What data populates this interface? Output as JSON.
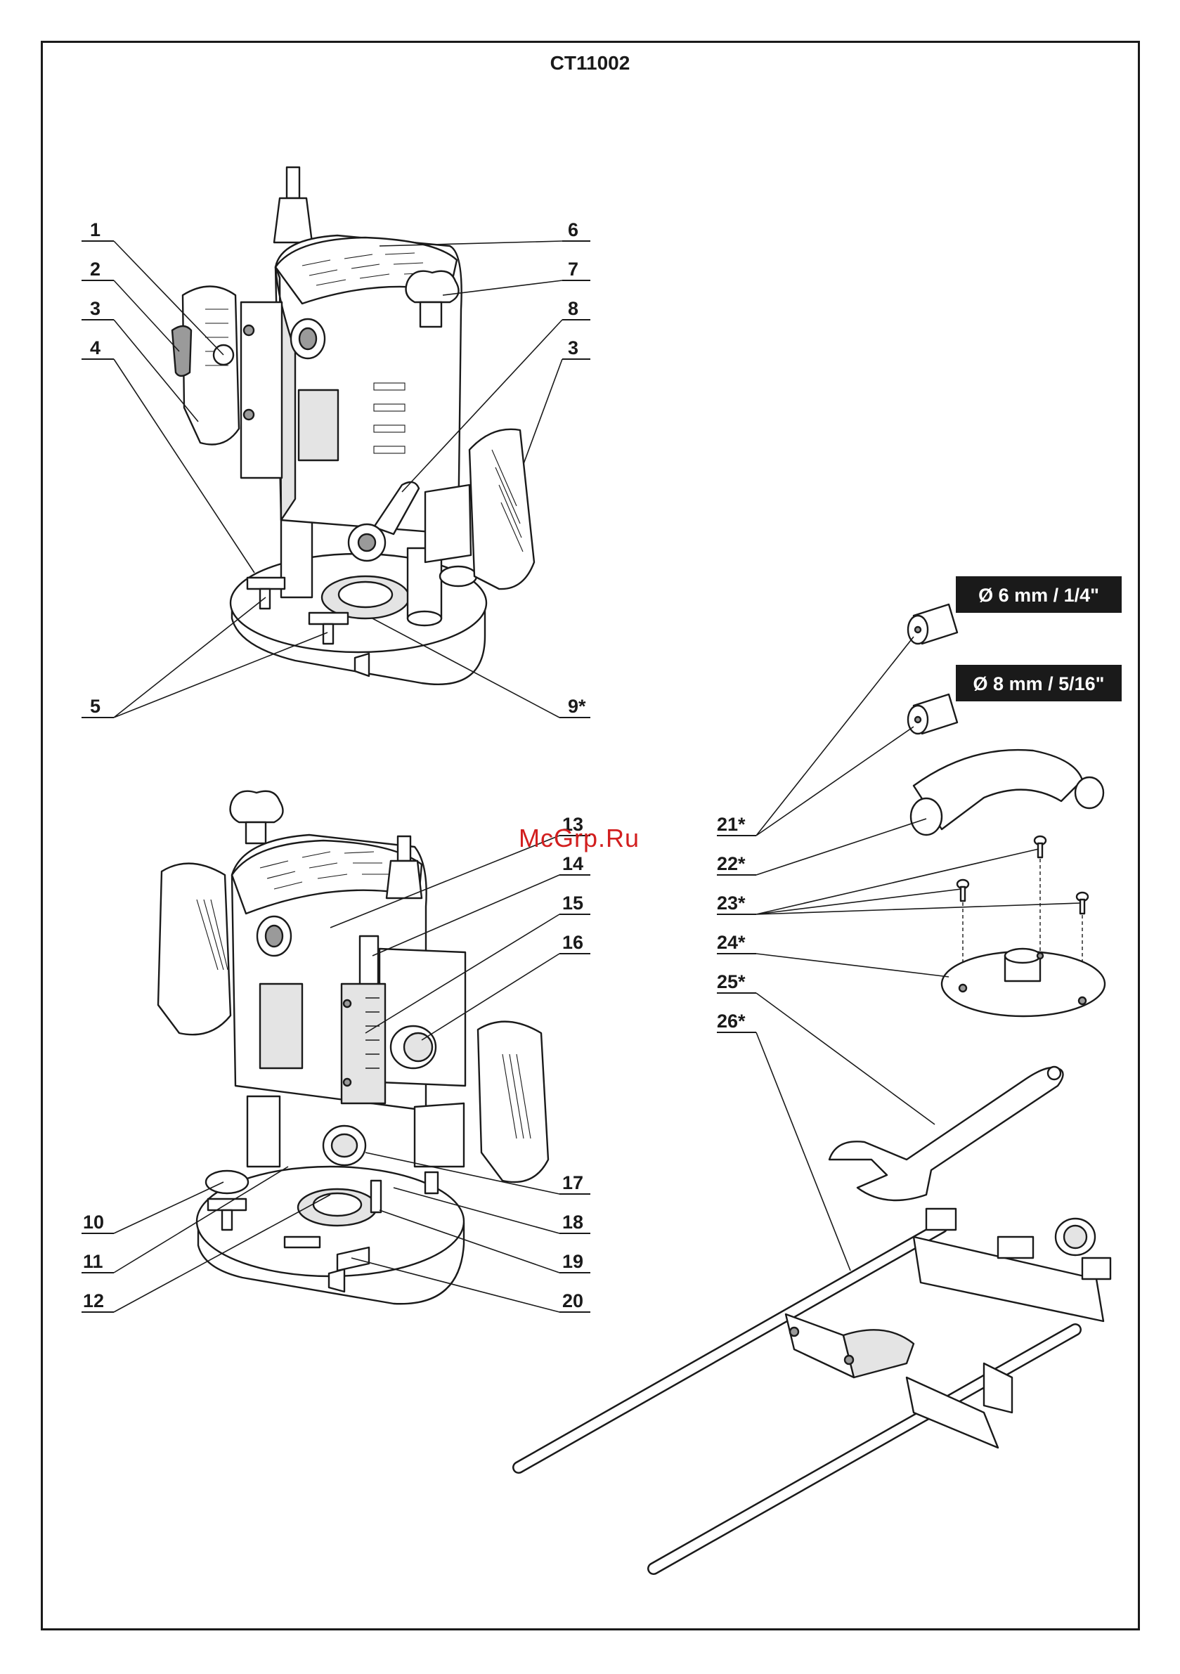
{
  "title": "CT11002",
  "watermark": "McGrp.Ru",
  "callouts": {
    "c1": "1",
    "c2": "2",
    "c3a": "3",
    "c4": "4",
    "c5": "5",
    "c6": "6",
    "c7": "7",
    "c8": "8",
    "c3b": "3",
    "c9": "9*",
    "c13": "13",
    "c14": "14",
    "c15": "15",
    "c16": "16",
    "c10": "10",
    "c11": "11",
    "c12": "12",
    "c17": "17",
    "c18": "18",
    "c19": "19",
    "c20": "20",
    "c21": "21*",
    "c22": "22*",
    "c23": "23*",
    "c24": "24*",
    "c25": "25*",
    "c26": "26*"
  },
  "specs": {
    "collet_6": "Ø 6 mm / 1/4\"",
    "collet_8": "Ø 8 mm / 5/16\""
  }
}
